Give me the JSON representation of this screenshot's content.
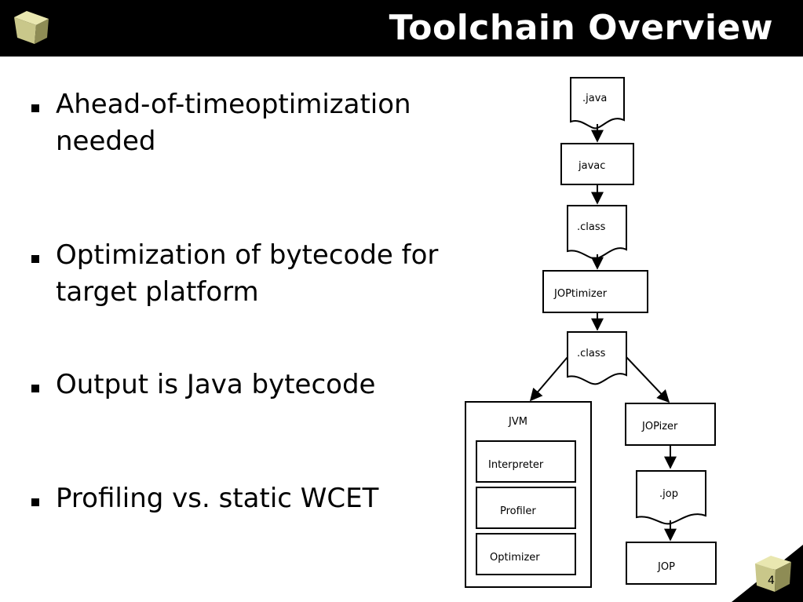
{
  "slide": {
    "title": "Toolchain Overview",
    "page_number": "4"
  },
  "bullets": [
    {
      "text": "Ahead-of-timeoptimization needed"
    },
    {
      "text": "Optimization of bytecode for target platform"
    },
    {
      "text": "Output is Java bytecode"
    },
    {
      "text": "Profiling vs. static WCET"
    }
  ],
  "diagram": {
    "nodes": {
      "java_file": ".java",
      "javac": "javac",
      "class_file_1": ".class",
      "joptimizer": "JOPtimizer",
      "class_file_2": ".class",
      "jvm": "JVM",
      "interpreter": "Interpreter",
      "profiler": "Profiler",
      "optimizer": "Optimizer",
      "jopizer": "JOPizer",
      "jop_file": ".jop",
      "jop": "JOP"
    }
  }
}
